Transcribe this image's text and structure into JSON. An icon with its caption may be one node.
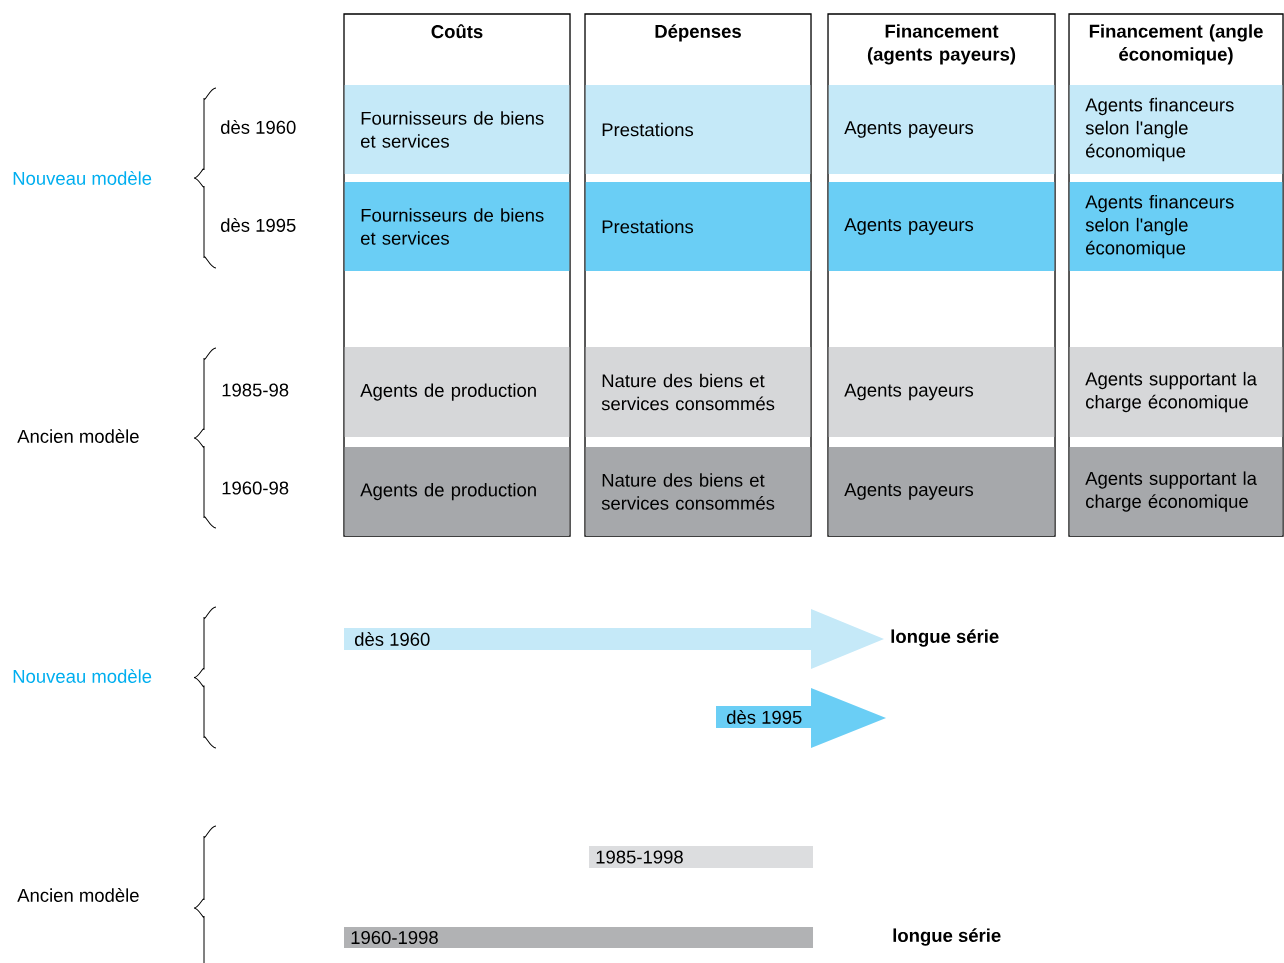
{
  "diagram": {
    "nodes": [
      {
        "text": [
          "Coûts"
        ]
      },
      {
        "text": [
          "Fournisseurs de biens et services"
        ],
        "in": 0
      },
      {
        "text": [
          "Fournisseurs de biens et services"
        ],
        "in": 0
      },
      {
        "text": [
          "Agents de production"
        ],
        "in": 0
      },
      {
        "text": [
          "Agents de production"
        ],
        "in": 0
      },
      {
        "text": [
          "Dépenses"
        ]
      },
      {
        "text": [
          "Prestations"
        ],
        "in": 5
      },
      {
        "text": [
          "Prestations"
        ],
        "in": 5
      },
      {
        "text": [
          "Nature des biens et services consommés"
        ],
        "in": 5
      },
      {
        "text": [
          "Nature des biens et services consommés"
        ],
        "in": 5
      },
      {
        "text": [
          "Financement (agents payeurs)"
        ]
      },
      {
        "text": [
          "Agents payeurs"
        ],
        "in": 10
      },
      {
        "text": [
          "Agents payeurs"
        ],
        "in": 10
      },
      {
        "text": [
          "Agents payeurs"
        ],
        "in": 10
      },
      {
        "text": [
          "Agents payeurs"
        ],
        "in": 10
      },
      {
        "text": [
          "Financement (angle économique)"
        ]
      },
      {
        "text": [
          "Agents financeurs selon l'angle économique"
        ],
        "in": 15
      },
      {
        "text": [
          "Agents financeurs selon l'angle économique"
        ],
        "in": 15
      },
      {
        "text": [
          "Agents supportant la charge économique"
        ],
        "in": 15
      },
      {
        "text": [
          "Agents supportant la charge économique"
        ],
        "in": 15
      },
      {
        "text": [
          "dès 1960"
        ]
      },
      {
        "text": [
          "dès 1995"
        ]
      },
      {
        "text": [
          "1985-1998"
        ]
      },
      {
        "text": [
          "1960-1998"
        ]
      }
    ],
    "labels": [
      "Nouveau modèle",
      "dès 1960",
      "dès 1995",
      "Ancien modèle",
      "1985-98",
      "1960-98",
      "longue série",
      "Nouveau modèle",
      "Ancien modèle",
      "longue série"
    ]
  }
}
